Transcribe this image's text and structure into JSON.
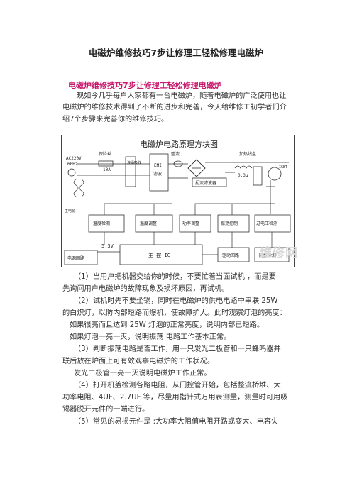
{
  "document": {
    "title": "电磁炉维修技巧7步让修理工轻松修理电磁炉",
    "subtitle": "电磁炉维修技巧7步让修理工轻松修理电磁炉",
    "intro": "现如今几乎每户人家都有一台电磁炉，随着电磁炉的广泛使用也让电磁炉的维修技术得到了不断的进步和完善，今天给维修工初学者们介绍7个步骤来完善你的维修技巧。",
    "lines": [
      "（1）当用户把机器交给你的时候，不要忙着当面试机 ，而是要",
      "先询问用户电磁炉的故障现象及损坏原因，再试机。",
      "（2）试机时先不要坐锅，同时在电磁炉的供电电路中串联 25W",
      "的白炽灯，以防内部短路而爆机，使故障扩大。此时观察灯泡的亮度：",
      "如果很亮而且达到 25W 灯泡的正常亮度，说明内部已短路。",
      "如果灯泡一亮一灭，说明振荡 电路工作基本正常。",
      "（3）判断振荡电路是否工作，用一只发光二极管和一只蜂鸣器并",
      "联后放在炉面上可有效观察电磁炉的工作状况。",
      "发光二极管一亮一灭说明电磁炉工作正常。",
      "（4）打开机盖检测各路电阻，从门控管开始，包括整流桥堆、大",
      "功率电阻、4UF、2.7UF 等，尽量用指针式万用表测量，测量时可用吸",
      "锡器脱开元件的一端进行。",
      "（5）常见的易损元件是 :大功率大阻值电阻开路或变大、电容失"
    ]
  },
  "figure": {
    "title": "电磁炉电路原理方块图",
    "labels": {
      "input": "AC220V",
      "freq": "60Hz",
      "fuse": "保险丝",
      "fuse_val": "10A",
      "surge": "浪涌吸收",
      "emi": "EMI",
      "emi2": "滤波",
      "rectifier": "整流",
      "heating": "加热线盘",
      "cap": "0.3μ",
      "filter": "扼流滤波器",
      "temp": "温度检测",
      "temp_adj": "温度调整",
      "power_adj": "功率调整",
      "osc": "振荡控制",
      "over_volt": "过电压检测",
      "fan": "主电源",
      "power_circuit": "电源回路",
      "v53": "5.3V",
      "main_ic": "主  控  IC",
      "drive": "驱动回路",
      "sync": "同步检测",
      "igbt": "IGBT"
    }
  },
  "watermark": "维修网"
}
